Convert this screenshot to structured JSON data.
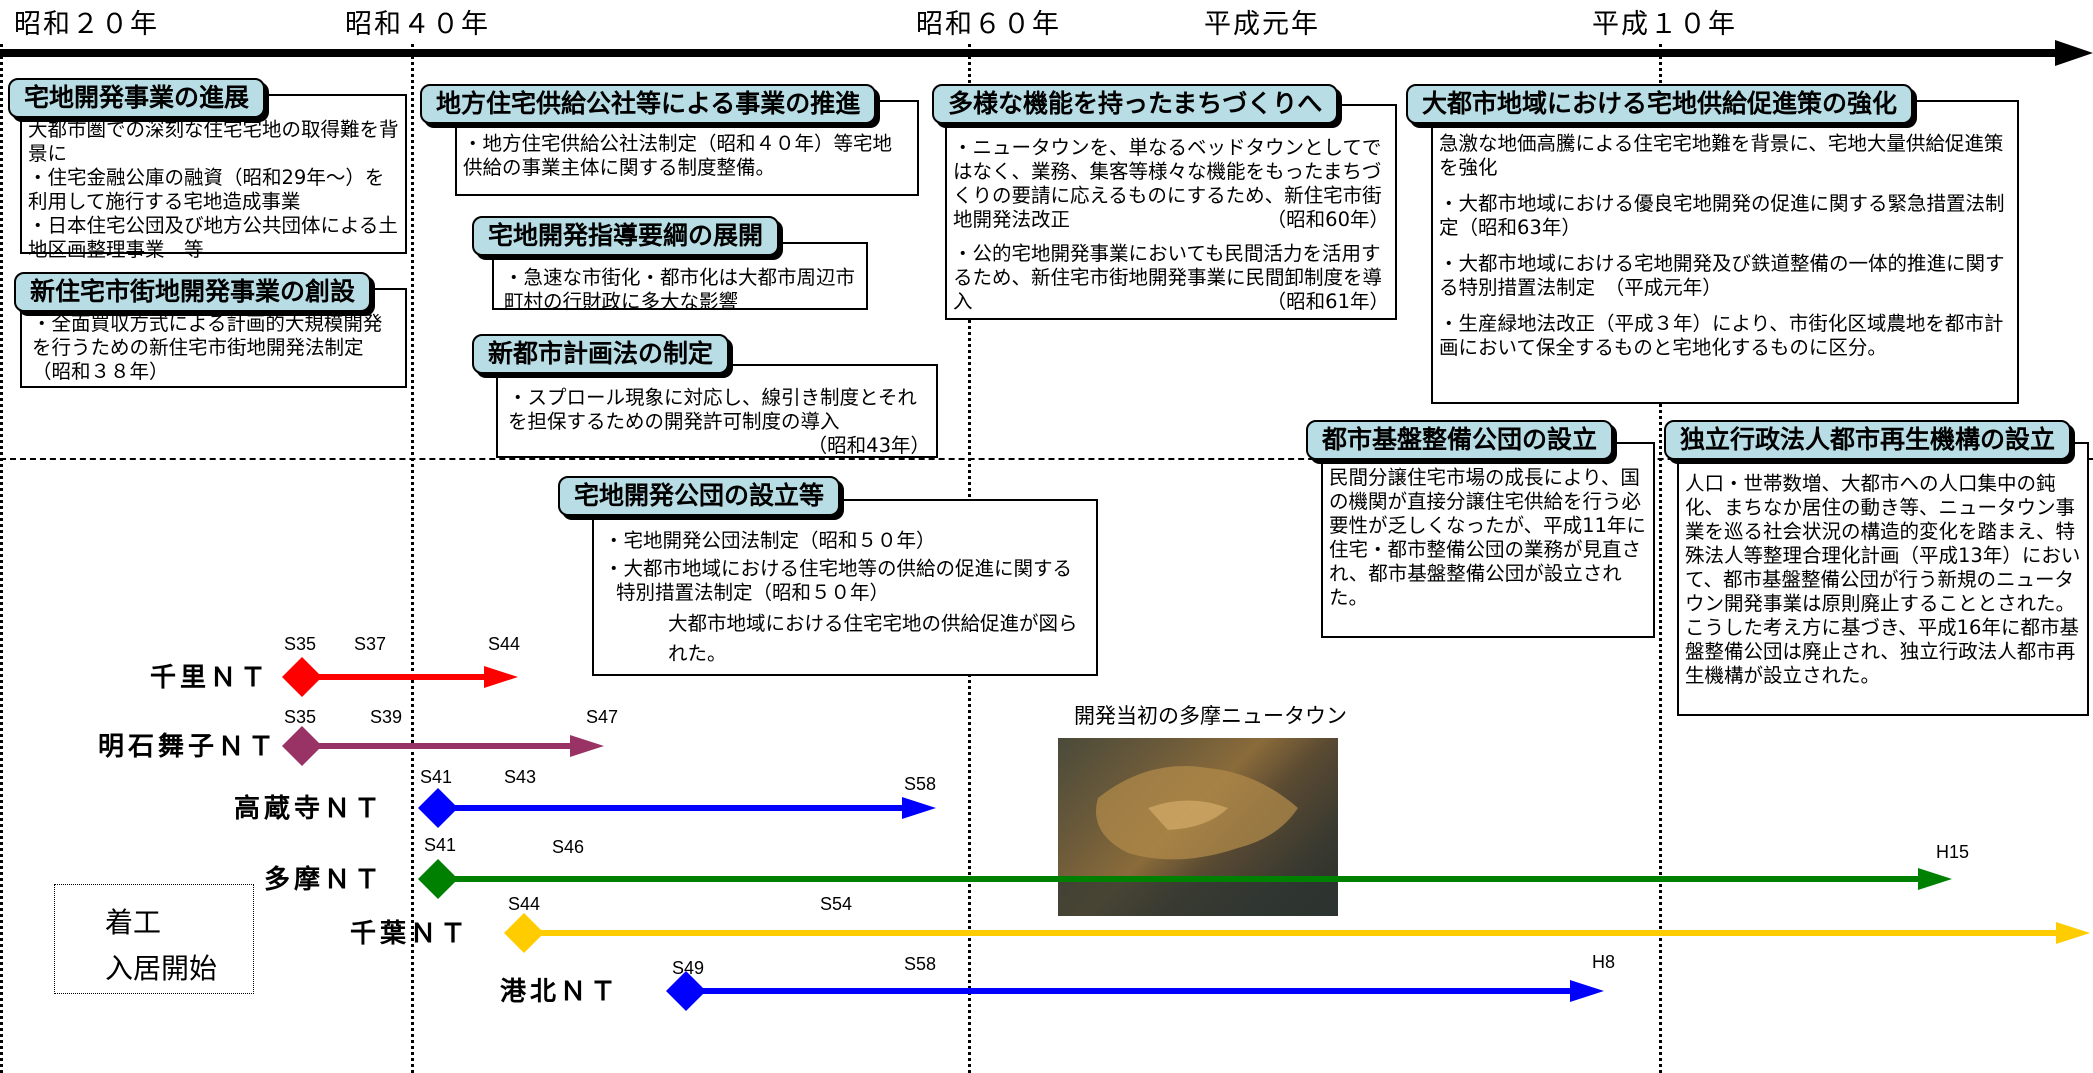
{
  "eras": [
    {
      "label": "昭和２０年"
    },
    {
      "label": "昭和４０年"
    },
    {
      "label": "昭和６０年"
    },
    {
      "label": "平成元年"
    },
    {
      "label": "平成１０年"
    }
  ],
  "sections": {
    "s1": {
      "title": "宅地開発事業の進展",
      "lines": [
        "大都市圏での深刻な住宅宅地の取得難を背景に",
        "・住宅金融公庫の融資（昭和29年～）を利用して施行する宅地造成事業",
        "・日本住宅公団及び地方公共団体による土地区画整理事業　等"
      ]
    },
    "s2": {
      "title": "新住宅市街地開発事業の創設",
      "lines": [
        "・全面買収方式による計画的大規模開発を行うための新住宅市街地開発法制定（昭和３８年）"
      ]
    },
    "s3": {
      "title": "地方住宅供給公社等による事業の推進",
      "lines": [
        "・地方住宅供給公社法制定（昭和４０年）等宅地供給の事業主体に関する制度整備。"
      ]
    },
    "s4": {
      "title": "宅地開発指導要綱の展開",
      "lines": [
        "・急速な市街化・都市化は大都市周辺市町村の行財政に多大な影響"
      ]
    },
    "s5": {
      "title": "新都市計画法の制定",
      "lines": [
        "・スプロール現象に対応し、線引き制度とそれを担保するための開発許可制度の導入",
        "（昭和43年）"
      ]
    },
    "s6": {
      "title": "宅地開発公団の設立等",
      "lines": [
        "・宅地開発公団法制定（昭和５０年）",
        "・大都市地域における住宅地等の供給の促進に関する特別措置法制定（昭和５０年）",
        "大都市地域における住宅宅地の供給促進が図られた。"
      ]
    },
    "s7": {
      "title": "多様な機能を持ったまちづくりへ",
      "lines": [
        "・ニュータウンを、単なるベッドタウンとしてではなく、業務、集客等様々な機能をもったまちづくりの要請に応えるものにするため、新住宅市街地開発法改正",
        "（昭和60年）",
        "・公的宅地開発事業においても民間活力を活用するため、新住宅市街地開発事業に民間卸制度を導入",
        "（昭和61年）"
      ]
    },
    "s8": {
      "title": "大都市地域における宅地供給促進策の強化",
      "lines": [
        "急激な地価高騰による住宅宅地難を背景に、宅地大量供給促進策を強化",
        "・大都市地域における優良宅地開発の促進に関する緊急措置法制定（昭和63年）",
        "・大都市地域における宅地開発及び鉄道整備の一体的推進に関する特別措置法制定　（平成元年）",
        "・生産緑地法改正（平成３年）により、市街化区域農地を都市計画において保全するものと宅地化するものに区分。"
      ]
    },
    "s9": {
      "title": "都市基盤整備公団の設立",
      "lines": [
        "民間分譲住宅市場の成長により、国の機関が直接分譲住宅供給を行う必要性が乏しくなったが、平成11年に住宅・都市整備公団の業務が見直され、都市基盤整備公団が設立された。"
      ]
    },
    "s10": {
      "title": "独立行政法人都市再生機構の設立",
      "lines": [
        "人口・世帯数増、大都市への人口集中の鈍化、まちなか居住の動き等、ニュータウン事業を巡る社会状況の構造的変化を踏まえ、特殊法人等整理合理化計画（平成13年）において、都市基盤整備公団が行う新規のニュータウン開発事業は原則廃止することとされた。こうした考え方に基づき、平成16年に都市基盤整備公団は廃止され、独立行政法人都市再生機構が設立された。"
      ]
    }
  },
  "chart_data": {
    "type": "timeline",
    "series": [
      {
        "name": "千里ＮＴ",
        "color": "#ff0000",
        "start": "S35",
        "occupancy": "S37",
        "end": "S44"
      },
      {
        "name": "明石舞子ＮＴ",
        "color": "#993366",
        "start": "S35",
        "occupancy": "S39",
        "end": "S47"
      },
      {
        "name": "高蔵寺ＮＴ",
        "color": "#0000ff",
        "start": "S41",
        "occupancy": "S43",
        "end": "S58"
      },
      {
        "name": "多摩ＮＴ",
        "color": "#008000",
        "start": "S41",
        "occupancy": "S46",
        "end": "H15"
      },
      {
        "name": "千葉ＮＴ",
        "color": "#ffcc00",
        "start": "S44",
        "occupancy": "S54",
        "end": ""
      },
      {
        "name": "港北ＮＴ",
        "color": "#0000ff",
        "start": "S49",
        "occupancy": "S58",
        "end": "H8"
      }
    ]
  },
  "legend": {
    "start": "着工",
    "occupancy": "入居開始"
  },
  "photo": {
    "caption": "開発当初の多摩ニュータウン"
  }
}
